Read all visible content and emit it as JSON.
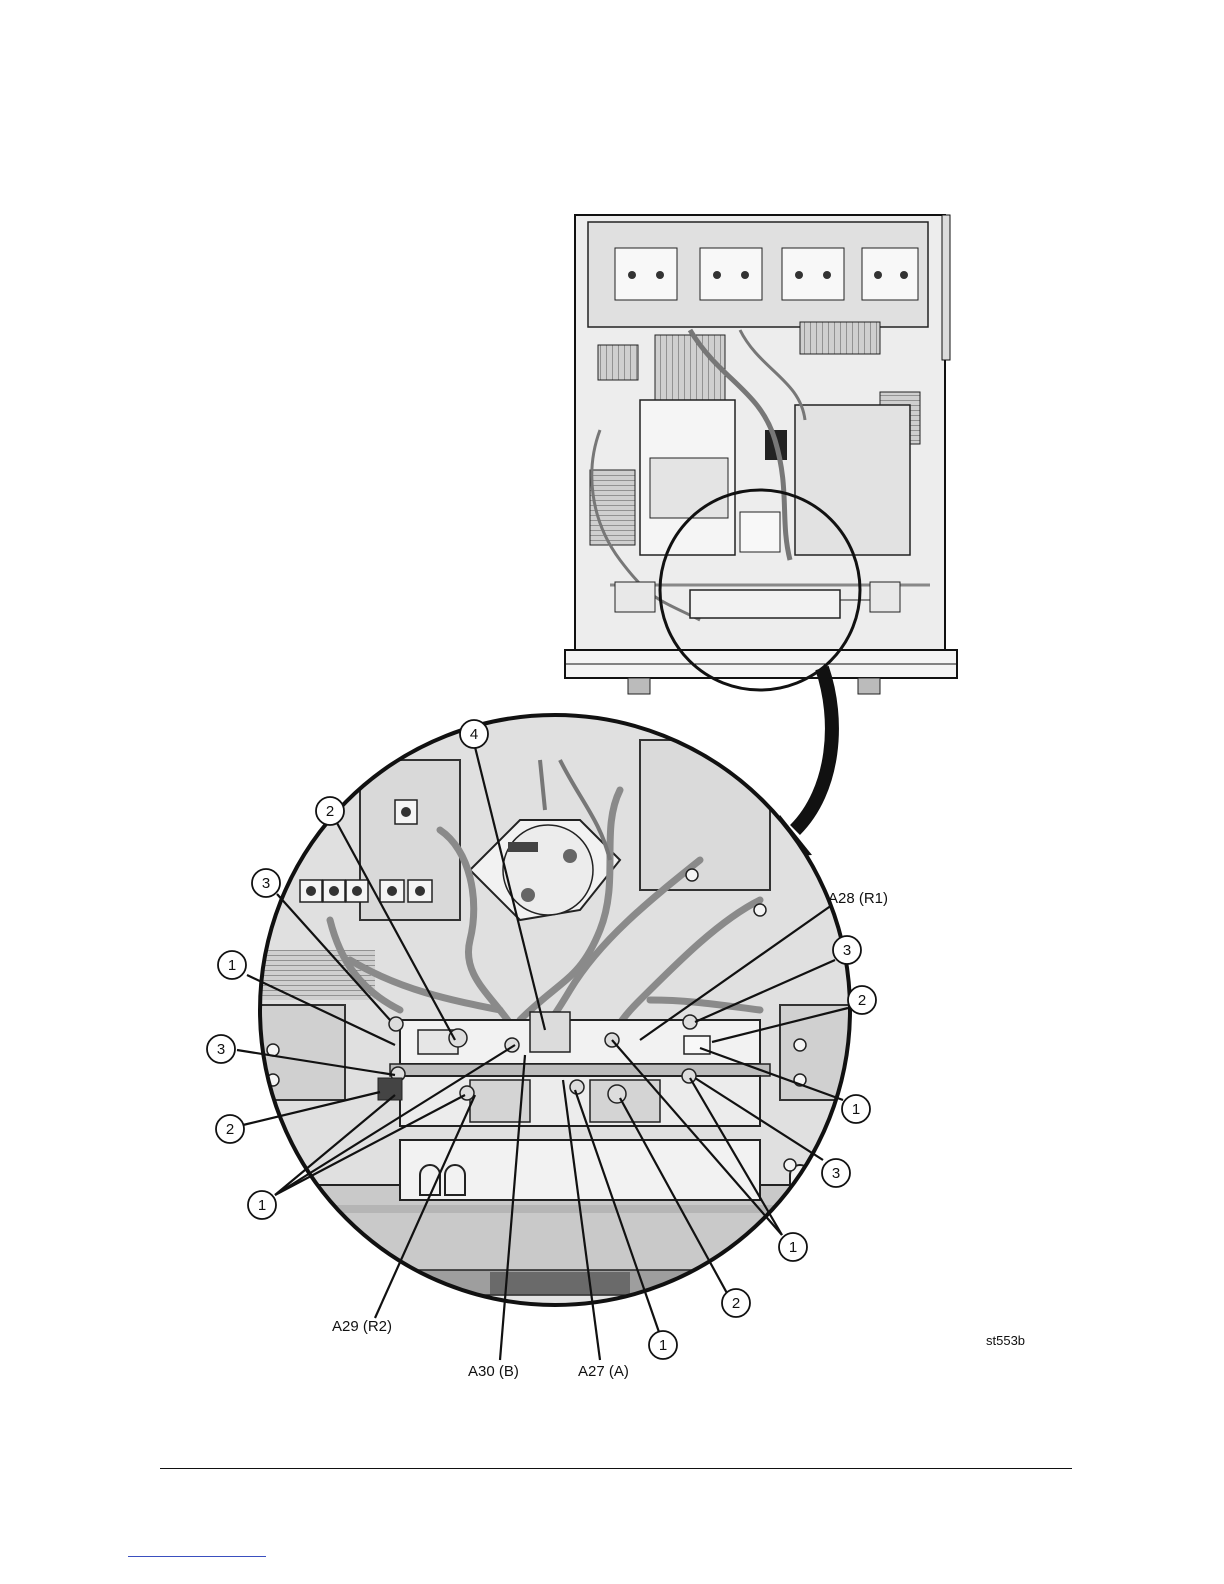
{
  "figure": {
    "id_label": "st553b",
    "part_labels": {
      "a28": "A28 (R1)",
      "a29": "A29 (R2)",
      "a30": "A30 (B)",
      "a27": "A27 (A)"
    },
    "callouts": [
      {
        "key": "c4-top",
        "num": "4"
      },
      {
        "key": "c2-top-left",
        "num": "2"
      },
      {
        "key": "c3-left-upper",
        "num": "3"
      },
      {
        "key": "c1-left-upper",
        "num": "1"
      },
      {
        "key": "c3-left-lower",
        "num": "3"
      },
      {
        "key": "c2-left-lower",
        "num": "2"
      },
      {
        "key": "c1-left-bottom",
        "num": "1"
      },
      {
        "key": "c3-right-upper",
        "num": "3"
      },
      {
        "key": "c2-right-upper",
        "num": "2"
      },
      {
        "key": "c1-right-middle",
        "num": "1"
      },
      {
        "key": "c3-right-lower",
        "num": "3"
      },
      {
        "key": "c1-right-lower",
        "num": "1"
      },
      {
        "key": "c2-bottom-right",
        "num": "2"
      },
      {
        "key": "c1-bottom-center",
        "num": "1"
      }
    ]
  },
  "colors": {
    "line": "#111111",
    "chassis_fill": "#e9e9e9",
    "detail_fill": "#d6d6d6",
    "cable": "#8a8a8a",
    "link_rule": "#3a4fbf"
  }
}
